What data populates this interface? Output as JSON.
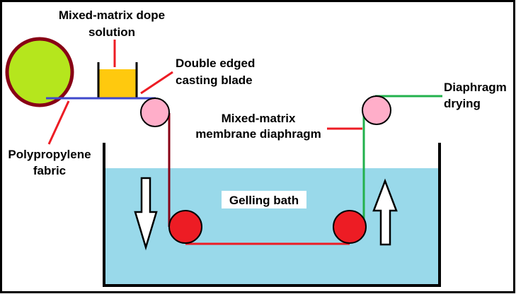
{
  "labels": {
    "dope_line1": "Mixed-matrix dope",
    "dope_line2": "solution",
    "blade_line1": "Double edged",
    "blade_line2": "casting blade",
    "membrane_line1": "Mixed-matrix",
    "membrane_line2": "membrane diaphragm",
    "drying_line1": "Diaphragm",
    "drying_line2": "drying",
    "fabric_line1": "Polypropylene",
    "fabric_line2": "fabric",
    "bath": "Gelling bath"
  },
  "colors": {
    "border": "#000000",
    "fabric_roll_fill": "#b5e61d",
    "fabric_roll_edge": "#880015",
    "dope_fill": "#ffc90e",
    "fabric_line": "#3f48cc",
    "guide_roller": "#ffaec9",
    "bath_roller": "#ed1c24",
    "water": "#99d9ea",
    "membrane_down": "#880015",
    "membrane_bottom": "#ed1c24",
    "membrane_up": "#22b14c",
    "pointer": "#ed1c24"
  }
}
